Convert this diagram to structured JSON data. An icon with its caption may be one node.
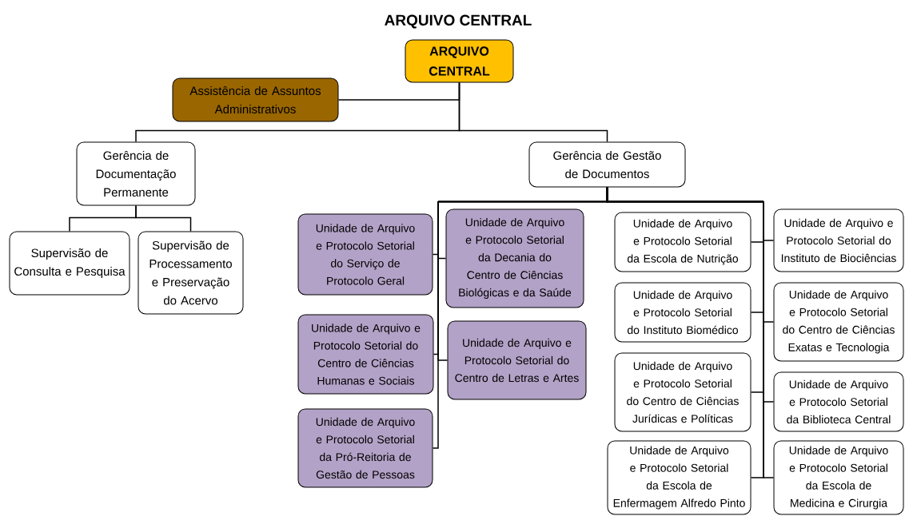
{
  "diagram": {
    "title": "ARQUIVO CENTRAL",
    "nodes": [
      {
        "text": [
          "ARQUIVO CENTRAL"
        ]
      },
      {
        "text": [
          "Assistência de Assuntos Administrativos"
        ]
      },
      {
        "text": [
          "Gerência de Documentação Permanente"
        ]
      },
      {
        "text": [
          "Gerência de Gestão de Documentos"
        ]
      },
      {
        "text": [
          "Supervisão de Consulta e Pesquisa"
        ]
      },
      {
        "text": [
          "Supervisão de Processamento e Preservação do Acervo"
        ]
      },
      {
        "text": [
          "Unidade de Arquivo e Protocolo Setorial do Serviço de Protocolo Geral"
        ]
      },
      {
        "text": [
          "Unidade de Arquivo e Protocolo Setorial da Decania do Centro de Ciências Biológicas e da Saúde"
        ]
      },
      {
        "text": [
          "Unidade de Arquivo e Protocolo Setorial do Centro de Ciências Humanas e Sociais"
        ]
      },
      {
        "text": [
          "Unidade de Arquivo e Protocolo Setorial do Centro de Letras e Artes"
        ]
      },
      {
        "text": [
          "Unidade de Arquivo e Protocolo Setorial da Pró-Reitoria de Gestão de Pessoas"
        ]
      },
      {
        "text": [
          "Unidade de Arquivo e Protocolo Setorial da Escola de Nutrição"
        ]
      },
      {
        "text": [
          "Unidade de Arquivo e Protocolo Setorial do Instituto Biomédico"
        ]
      },
      {
        "text": [
          "Unidade de Arquivo e Protocolo Setorial do Centro de Ciências Jurídicas e Políticas"
        ]
      },
      {
        "text": [
          "Unidade de Arquivo e Protocolo Setorial da Escola de Enfermagem Alfredo Pinto"
        ]
      },
      {
        "text": [
          "Unidade de Arquivo e Protocolo Setorial do Instituto de Biociências"
        ]
      },
      {
        "text": [
          "Unidade de Arquivo e Protocolo Setorial do Centro de Ciências Exatas e Tecnologia"
        ]
      },
      {
        "text": [
          "Unidade de Arquivo e Protocolo Setorial da Biblioteca Central"
        ]
      },
      {
        "text": [
          "Unidade de Arquivo e Protocolo Setorial da Escola de Medicina e Cirurgia"
        ]
      }
    ],
    "edges": [
      {
        "from": 0,
        "to": 1,
        "arrow": "none"
      },
      {
        "from": 0,
        "to": 2,
        "arrow": "none"
      },
      {
        "from": 0,
        "to": 3,
        "arrow": "none"
      },
      {
        "from": 2,
        "to": 4,
        "arrow": "none"
      },
      {
        "from": 2,
        "to": 5,
        "arrow": "none"
      },
      {
        "from": 3,
        "to": 6,
        "arrow": "none"
      },
      {
        "from": 3,
        "to": 7,
        "arrow": "none"
      },
      {
        "from": 3,
        "to": 8,
        "arrow": "none"
      },
      {
        "from": 3,
        "to": 9,
        "arrow": "none"
      },
      {
        "from": 3,
        "to": 10,
        "arrow": "none"
      },
      {
        "from": 3,
        "to": 11,
        "arrow": "none"
      },
      {
        "from": 3,
        "to": 12,
        "arrow": "none"
      },
      {
        "from": 3,
        "to": 13,
        "arrow": "none"
      },
      {
        "from": 3,
        "to": 14,
        "arrow": "none"
      },
      {
        "from": 3,
        "to": 15,
        "arrow": "none"
      },
      {
        "from": 3,
        "to": 16,
        "arrow": "none"
      },
      {
        "from": 3,
        "to": 17,
        "arrow": "none"
      },
      {
        "from": 3,
        "to": 18,
        "arrow": "none"
      }
    ]
  }
}
